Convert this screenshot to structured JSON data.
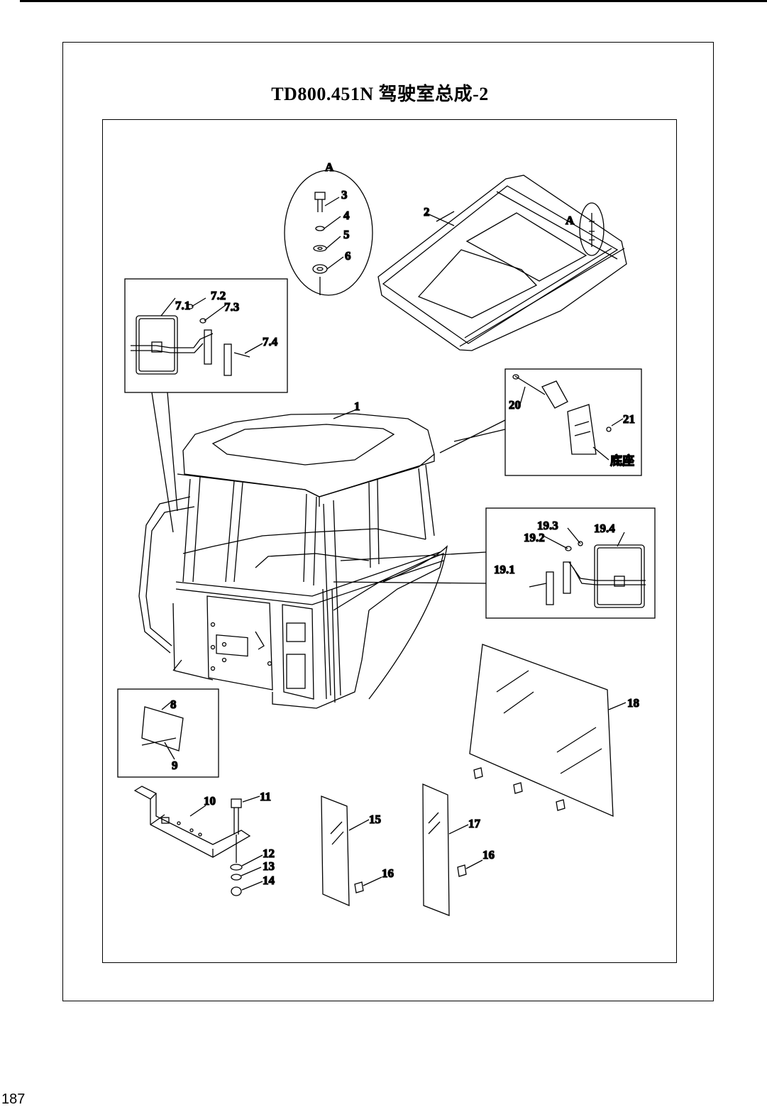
{
  "title": "TD800.451N 驾驶室总成-2",
  "page_number": "187",
  "callouts": {
    "detail_a_letter": "A",
    "roof_a_letter": "A",
    "c1": "1",
    "c2": "2",
    "c3": "3",
    "c4": "4",
    "c5": "5",
    "c6": "6",
    "c7_1": "7.1",
    "c7_2": "7.2",
    "c7_3": "7.3",
    "c7_4": "7.4",
    "c8": "8",
    "c9": "9",
    "c10": "10",
    "c11": "11",
    "c12": "12",
    "c13": "13",
    "c14": "14",
    "c15": "15",
    "c16a": "16",
    "c16b": "16",
    "c17": "17",
    "c18": "18",
    "c19_1": "19.1",
    "c19_2": "19.2",
    "c19_3": "19.3",
    "c19_4": "19.4",
    "c20": "20",
    "c21": "21",
    "base_label": "底座"
  }
}
